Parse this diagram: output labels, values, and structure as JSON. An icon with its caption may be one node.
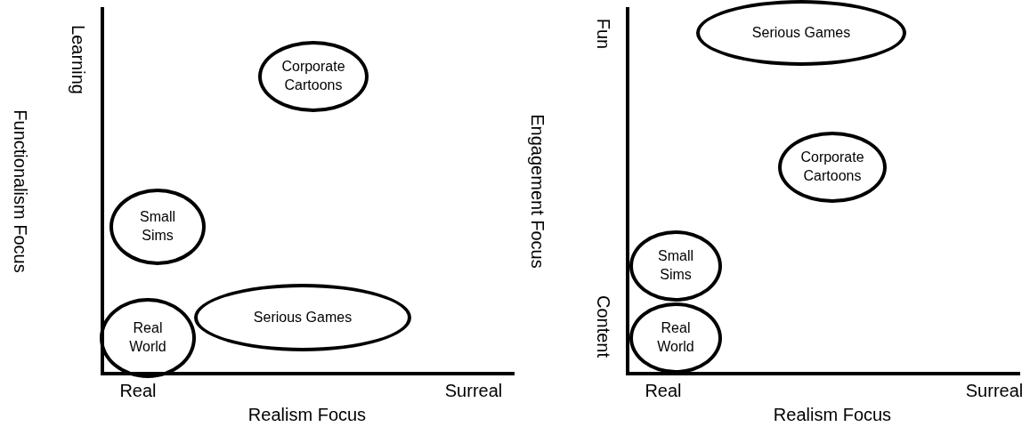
{
  "diagram": {
    "nodes": [
      {
        "text": [
          "Corporate Cartoons"
        ]
      },
      {
        "text": [
          "Small Sims"
        ]
      },
      {
        "text": [
          "Real World"
        ]
      },
      {
        "text": [
          "Serious Games"
        ]
      },
      {
        "text": [
          "Serious Games"
        ]
      },
      {
        "text": [
          "Corporate Cartoons"
        ]
      },
      {
        "text": [
          "Small Sims"
        ]
      },
      {
        "text": [
          "Real World"
        ]
      }
    ],
    "labels": [
      "Learning",
      "Functionalism Focus",
      "Real",
      "Surreal",
      "Realism Focus",
      "Fun",
      "Content",
      "Engagement Focus",
      "Real",
      "Surreal",
      "Realism Focus"
    ]
  }
}
